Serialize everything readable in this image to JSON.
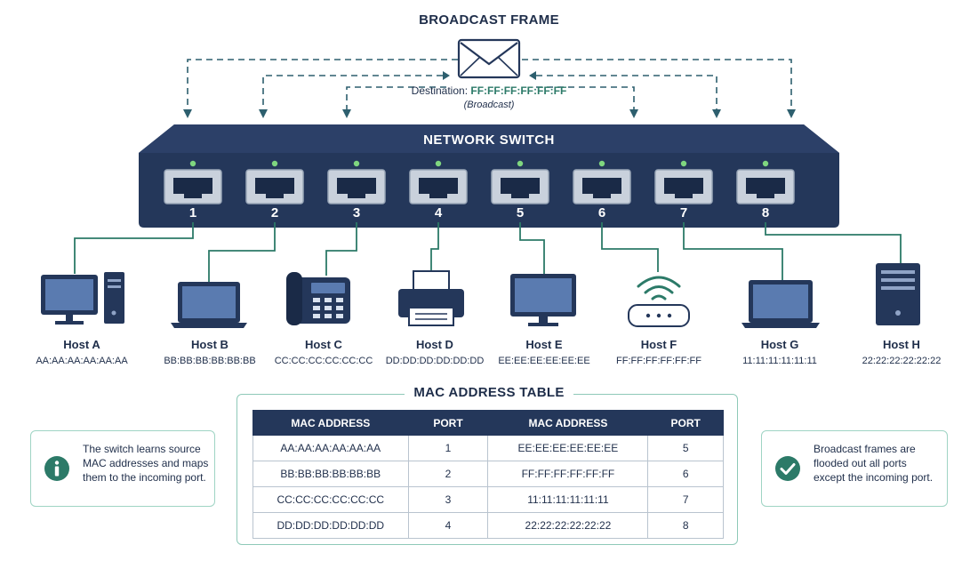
{
  "frame": {
    "title": "BROADCAST FRAME",
    "destination_label": "Destination:",
    "destination_mac": "FF:FF:FF:FF:FF:FF",
    "broadcast_note": "(Broadcast)",
    "icon": "envelope-icon"
  },
  "switch": {
    "label": "NETWORK SWITCH",
    "ports": [
      "1",
      "2",
      "3",
      "4",
      "5",
      "6",
      "7",
      "8"
    ],
    "status_led_color": "#7fd67f"
  },
  "hosts": [
    {
      "name": "Host A",
      "mac": "AA:AA:AA:AA:AA:AA",
      "icon": "desktop-pc-icon"
    },
    {
      "name": "Host B",
      "mac": "BB:BB:BB:BB:BB:BB",
      "icon": "laptop-icon"
    },
    {
      "name": "Host C",
      "mac": "CC:CC:CC:CC:CC:CC",
      "icon": "ip-phone-icon"
    },
    {
      "name": "Host D",
      "mac": "DD:DD:DD:DD:DD:DD",
      "icon": "printer-icon"
    },
    {
      "name": "Host E",
      "mac": "EE:EE:EE:EE:EE:EE",
      "icon": "monitor-icon"
    },
    {
      "name": "Host F",
      "mac": "FF:FF:FF:FF:FF:FF",
      "icon": "wifi-router-icon"
    },
    {
      "name": "Host G",
      "mac": "11:11:11:11:11:11",
      "icon": "laptop-icon"
    },
    {
      "name": "Host H",
      "mac": "22:22:22:22:22:22",
      "icon": "server-tower-icon"
    }
  ],
  "mac_table": {
    "title": "MAC ADDRESS TABLE",
    "headers": [
      "MAC ADDRESS",
      "PORT",
      "MAC ADDRESS",
      "PORT"
    ],
    "rows": [
      [
        "AA:AA:AA:AA:AA:AA",
        "1",
        "EE:EE:EE:EE:EE:EE",
        "5"
      ],
      [
        "BB:BB:BB:BB:BB:BB",
        "2",
        "FF:FF:FF:FF:FF:FF",
        "6"
      ],
      [
        "CC:CC:CC:CC:CC:CC",
        "3",
        "11:11:11:11:11:11",
        "7"
      ],
      [
        "DD:DD:DD:DD:DD:DD",
        "4",
        "22:22:22:22:22:22",
        "8"
      ]
    ]
  },
  "notes": {
    "left": {
      "icon": "info-icon",
      "text": "The switch learns source MAC addresses and maps them to the incoming port."
    },
    "right": {
      "icon": "check-circle-icon",
      "text": "Broadcast frames are flooded out all ports except the incoming port."
    }
  },
  "colors": {
    "navy": "#24375a",
    "teal": "#2c7a68",
    "dashed_arrow": "#2d5f6e",
    "note_border": "#9fd4c4"
  }
}
